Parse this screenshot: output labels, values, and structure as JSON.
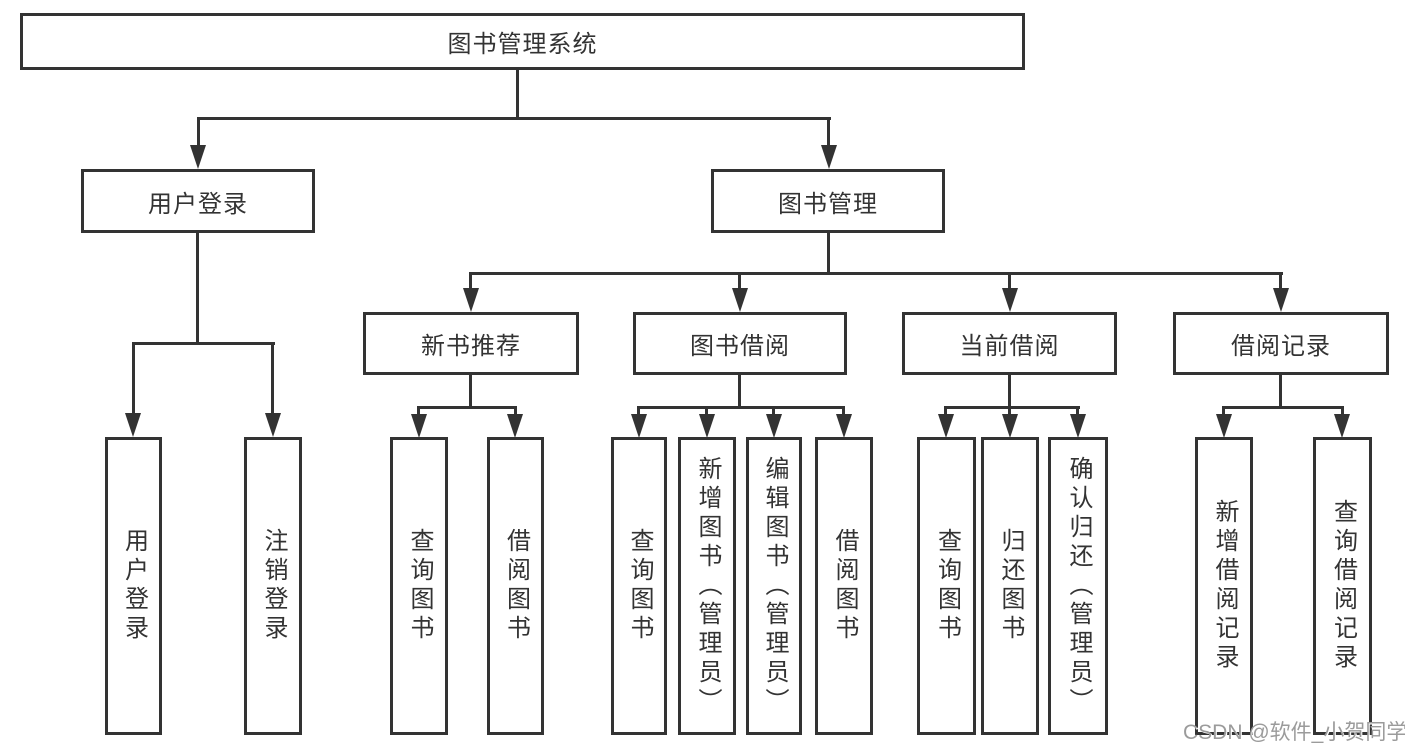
{
  "tree": {
    "root": "图书管理系统",
    "branches": [
      {
        "label": "用户登录",
        "children": [
          "用户登录",
          "注销登录"
        ]
      },
      {
        "label": "图书管理",
        "sections": [
          {
            "label": "新书推荐",
            "children": [
              "查询图书",
              "借阅图书"
            ]
          },
          {
            "label": "图书借阅",
            "children": [
              "查询图书",
              "新增图书（管理员）",
              "编辑图书（管理员）",
              "借阅图书"
            ]
          },
          {
            "label": "当前借阅",
            "children": [
              "查询图书",
              "归还图书",
              "确认归还（管理员）"
            ]
          },
          {
            "label": "借阅记录",
            "children": [
              "新增借阅记录",
              "查询借阅记录"
            ]
          }
        ]
      }
    ]
  },
  "watermark": {
    "text": "CSDN @软件_小贺同学"
  },
  "colors": {
    "line": "#333333",
    "box_background": "#ffffff",
    "page_background": "#ffffff",
    "watermark_text": "#9b9b9b"
  }
}
